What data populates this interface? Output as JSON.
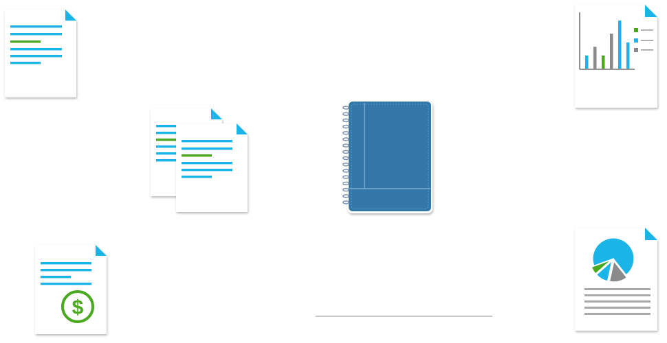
{
  "colors": {
    "line_blue": "#1ab4e8",
    "line_green": "#4aa91e",
    "line_gray": "#9a9a9a",
    "bar_gray": "#8a8a8a",
    "corner_blue": "#1ab4e8",
    "notebook_blue": "#3377a8",
    "notebook_spine": "#2f6f9e",
    "ring_color": "#7a8fb0",
    "paper": "#ffffff",
    "divider": "#c9c9c9"
  },
  "icons": {
    "text_doc_top_left": "text-document-icon",
    "stacked_docs": "stacked-documents-icon",
    "notebook": "notebook-icon",
    "bar_chart_doc": "bar-chart-document-icon",
    "invoice_doc": "invoice-document-icon",
    "dollar": "dollar-sign-icon",
    "pie_chart_doc": "pie-chart-document-icon"
  },
  "invoice": {
    "symbol": "$"
  },
  "bar_chart": {
    "values": [
      3,
      5,
      3,
      8,
      11,
      6
    ],
    "colors": [
      "line_blue",
      "bar_gray",
      "line_green",
      "bar_gray",
      "line_blue",
      "line_blue"
    ]
  },
  "pie_chart": {
    "slices": [
      {
        "color": "line_blue",
        "fraction": 0.7
      },
      {
        "color": "bar_gray",
        "fraction": 0.14
      },
      {
        "color": "line_blue",
        "fraction": 0.1
      },
      {
        "color": "line_green",
        "fraction": 0.06
      }
    ]
  }
}
